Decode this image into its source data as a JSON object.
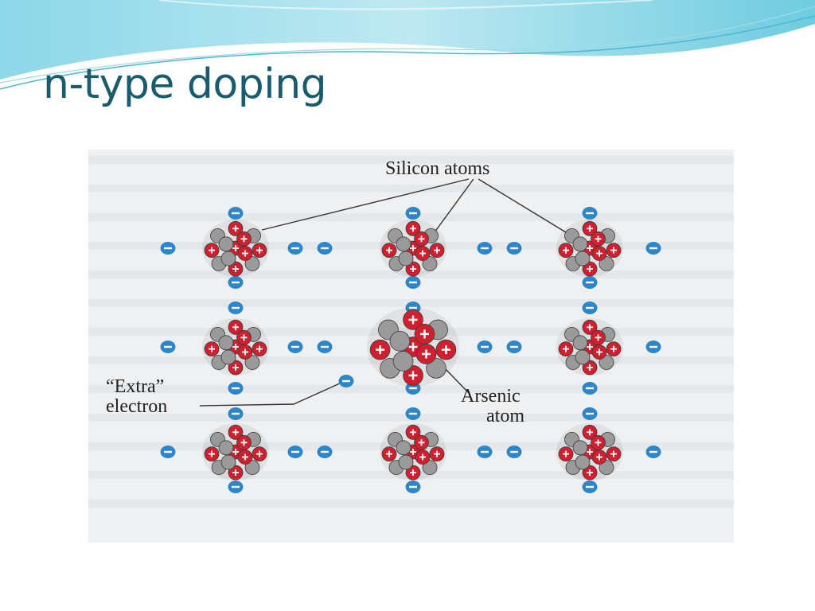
{
  "slide": {
    "title": "n-type doping"
  },
  "figure": {
    "labels": {
      "silicon_atoms": "Silicon atoms",
      "extra_electron_line1": "“Extra”",
      "extra_electron_line2": "electron",
      "arsenic_line1": "Arsenic",
      "arsenic_line2": "atom"
    },
    "lattice": {
      "rows": 3,
      "cols": 3,
      "center_atom": "Arsenic atom",
      "other_atoms": "Silicon atoms",
      "bond_electrons_per_bond": 2,
      "extra_electron_count": 1
    },
    "colors": {
      "electron": "#2e86c9",
      "nucleus_proton": "#d02030",
      "nucleus_neutron": "#9a9a9a",
      "title": "#1a5b6e",
      "wave": "#5ec6dc"
    }
  }
}
